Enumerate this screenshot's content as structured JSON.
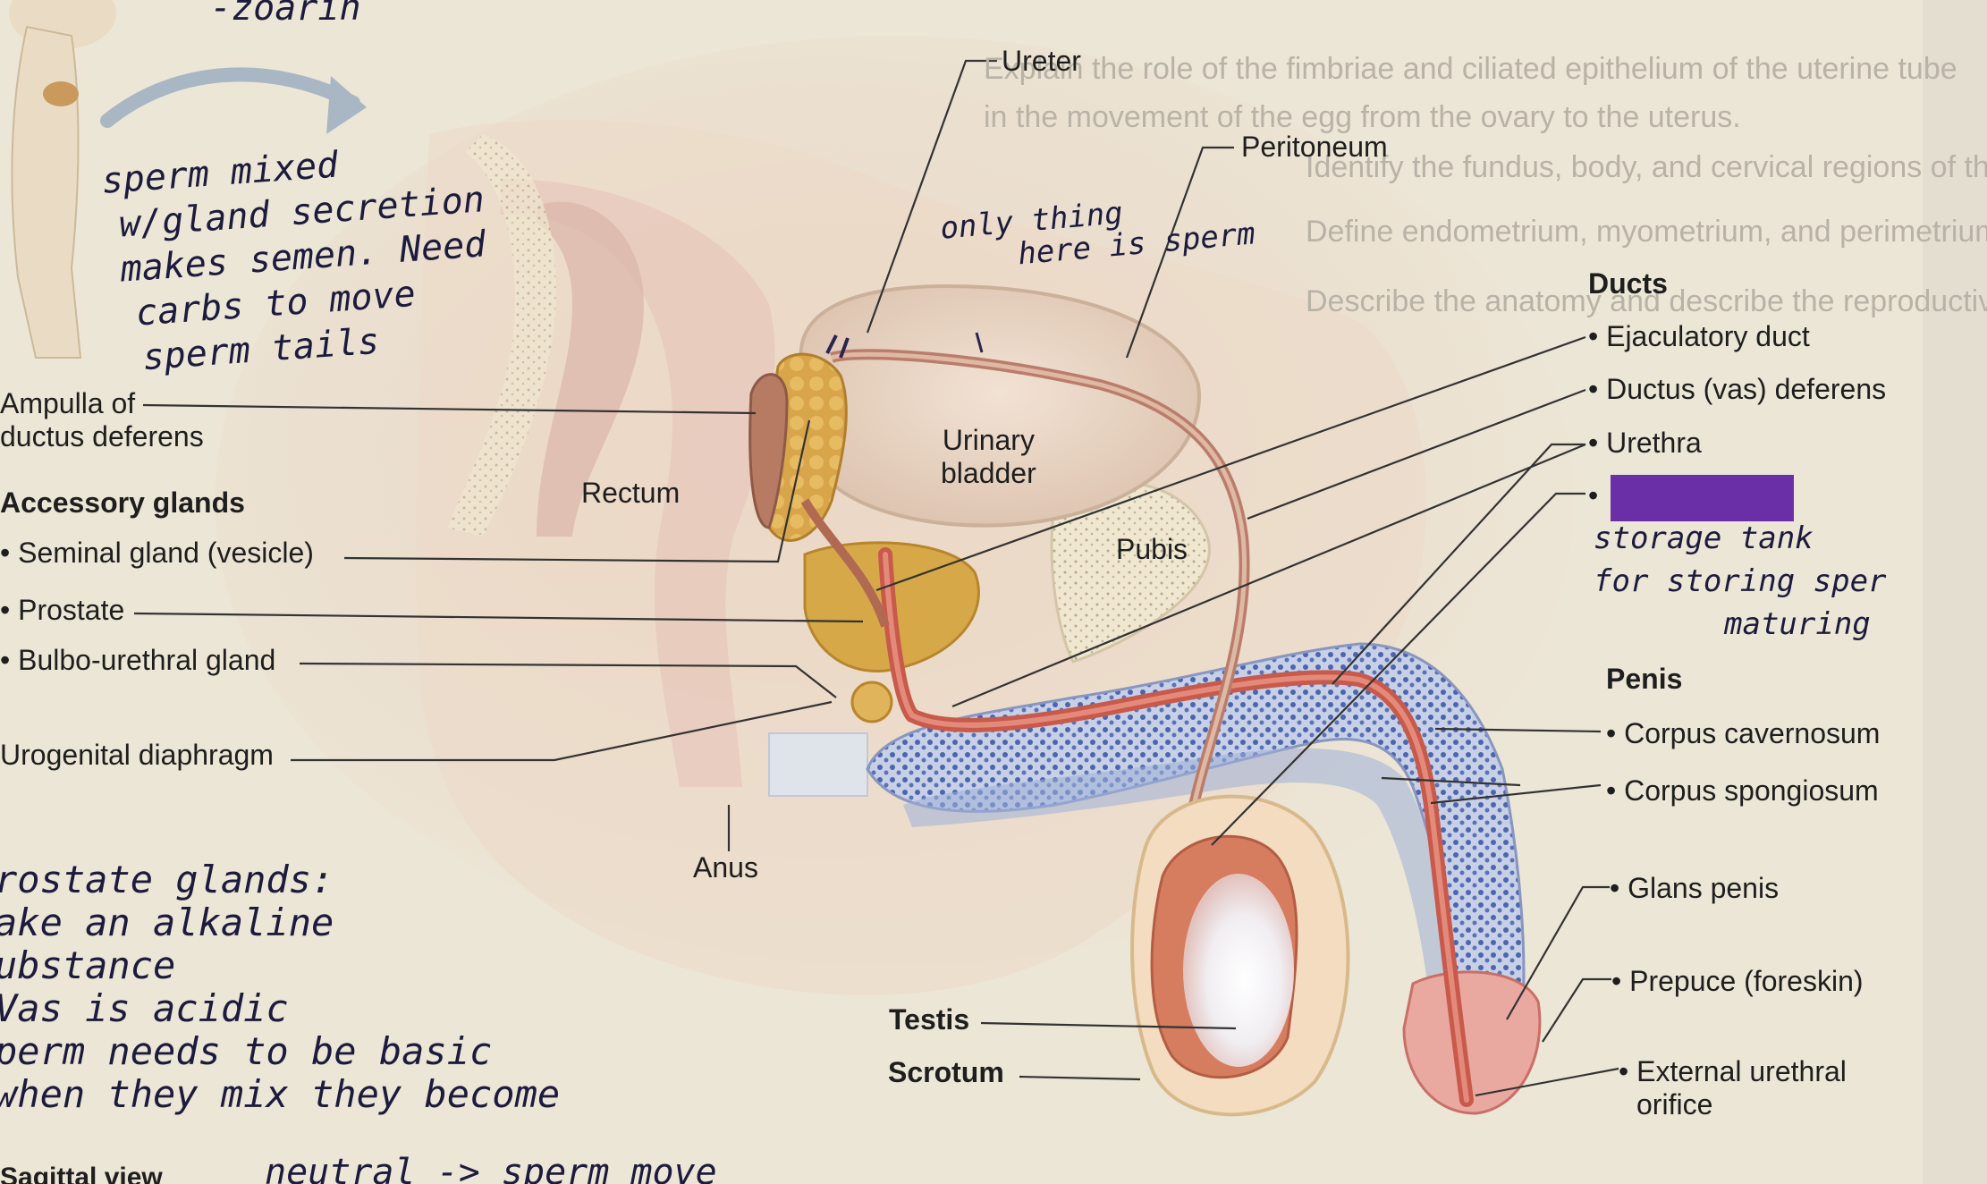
{
  "diagram": {
    "left_labels": {
      "ampulla": [
        "Ampulla of",
        "ductus deferens"
      ],
      "accessory_header": "Accessory glands",
      "seminal": "Seminal gland (vesicle)",
      "prostate": "Prostate",
      "bulbo": "Bulbo-urethral gland",
      "urogenital": "Urogenital diaphragm",
      "sagittal": "Sagittal view"
    },
    "center_labels": {
      "ureter": "Ureter",
      "peritoneum": "Peritoneum",
      "urinary_bladder": [
        "Urinary",
        "bladder"
      ],
      "rectum": "Rectum",
      "pubis": "Pubis",
      "anus": "Anus",
      "testis": "Testis",
      "scrotum": "Scrotum"
    },
    "ducts": {
      "header": "Ducts",
      "items": [
        "Ejaculatory duct",
        "Ductus (vas) deferens",
        "Urethra"
      ]
    },
    "penis": {
      "header": "Penis",
      "items": [
        "Corpus cavernosum",
        "Corpus spongiosum"
      ]
    },
    "right_lower": {
      "glans": "Glans penis",
      "prepuce": "Prepuce (foreskin)",
      "orifice": [
        "External urethral",
        "orifice"
      ]
    },
    "redaction_color": "#6a2fa6"
  },
  "handwriting": {
    "top_partial": "-zoarin",
    "sperm_note": [
      "sperm mixed",
      "w/gland secretion",
      "makes semen. Need",
      "carbs to move",
      "sperm tails"
    ],
    "bladder_note": [
      "only thing",
      "here is sperm"
    ],
    "storage_note": [
      "storage tank",
      "for storing sper",
      "maturing"
    ],
    "prostate_note": [
      "rostate glands:",
      "ake an alkaline",
      "ubstance",
      "Vas is acidic",
      "perm needs to be basic",
      "when they mix they become"
    ],
    "bottom_partial": "neutral -> sperm move"
  }
}
